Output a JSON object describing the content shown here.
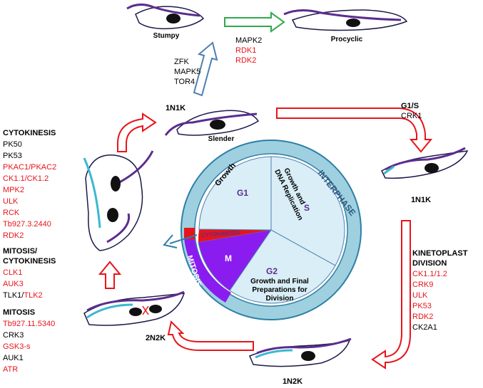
{
  "colors": {
    "red": "#e8141b",
    "black": "#000000",
    "ring": "#9fd0e0",
    "ring_dark": "#2d7fa6",
    "pie_fill": "#d9eef7",
    "mitosis": "#8a1cf0",
    "cytokinesis": "#e8141b",
    "green": "#2eaa4a",
    "blue_arrow": "#4f7fb0",
    "cell_outline": "#1a1a4a",
    "flagellum": "#5b2d8e",
    "cyan_flagellum": "#3bb8d0",
    "nucleus": "#111111"
  },
  "stages": {
    "stumpy": "Stumpy",
    "procyclic": "Procyclic",
    "slender": "Slender",
    "top_1n1k": "1N1K",
    "right_1n1k": "1N1K",
    "bottom_1n2k": "1N2K",
    "left_2n2k": "2N2K"
  },
  "cycle": {
    "g1_title": "Growth",
    "g1": "G1",
    "s_title_line1": "Growth and",
    "s_title_line2": "DNA Replication",
    "s": "S",
    "g2": "G2",
    "g2_line1": "Growth and Final",
    "g2_line2": "Preparations for",
    "g2_line3": "Division",
    "m": "M",
    "cytokinesis": "CYTOKINESIS",
    "interphase": "INTERPHASE",
    "mitosis_ring": "MITOSIS"
  },
  "panels": {
    "stumpy_kinases": [
      "ZFK",
      "MAPK5",
      "TOR4"
    ],
    "procyclic_kinases": [
      {
        "text": "MAPK2",
        "color": "black"
      },
      {
        "text": "RDK1",
        "color": "red"
      },
      {
        "text": "RDK2",
        "color": "red"
      }
    ],
    "g1s": {
      "title": "G1/S",
      "items": [
        {
          "text": "CRK1",
          "color": "black"
        }
      ]
    },
    "kinetoplast": {
      "title_line1": "KINETOPLAST",
      "title_line2": "DIVISION",
      "items": [
        {
          "text": "CK1.1/1.2",
          "color": "red"
        },
        {
          "text": "CRK9",
          "color": "red"
        },
        {
          "text": "ULK",
          "color": "red"
        },
        {
          "text": "PK53",
          "color": "red"
        },
        {
          "text": "RDK2",
          "color": "red"
        },
        {
          "text": "CK2A1",
          "color": "black"
        }
      ]
    },
    "cytokinesis": {
      "title": "CYTOKINESIS",
      "items": [
        {
          "text": "PK50",
          "color": "black"
        },
        {
          "text": "PK53",
          "color": "black"
        },
        {
          "text": "PKAC1/PKAC2",
          "color": "red"
        },
        {
          "text": "CK1.1/CK1.2",
          "color": "red"
        },
        {
          "text": "MPK2",
          "color": "red"
        },
        {
          "text": "ULK",
          "color": "red"
        },
        {
          "text": "RCK",
          "color": "red"
        },
        {
          "text": "Tb927.3.2440",
          "color": "red"
        },
        {
          "text": "RDK2",
          "color": "red"
        }
      ]
    },
    "mitosis_cytokinesis": {
      "title_line1": "MITOSIS/",
      "title_line2": "CYTOKINESIS",
      "items": [
        {
          "text": "CLK1",
          "color": "red"
        },
        {
          "text": "AUK3",
          "color": "red"
        }
      ],
      "tlk_black": "TLK1/",
      "tlk_red": "TLK2"
    },
    "mitosis": {
      "title": "MITOSIS",
      "items": [
        {
          "text": "Tb927.11.5340",
          "color": "red"
        },
        {
          "text": "CRK3",
          "color": "black"
        },
        {
          "text": "GSK3-s",
          "color": "red"
        },
        {
          "text": "AUK1",
          "color": "black"
        },
        {
          "text": "ATR",
          "color": "red"
        }
      ]
    }
  }
}
